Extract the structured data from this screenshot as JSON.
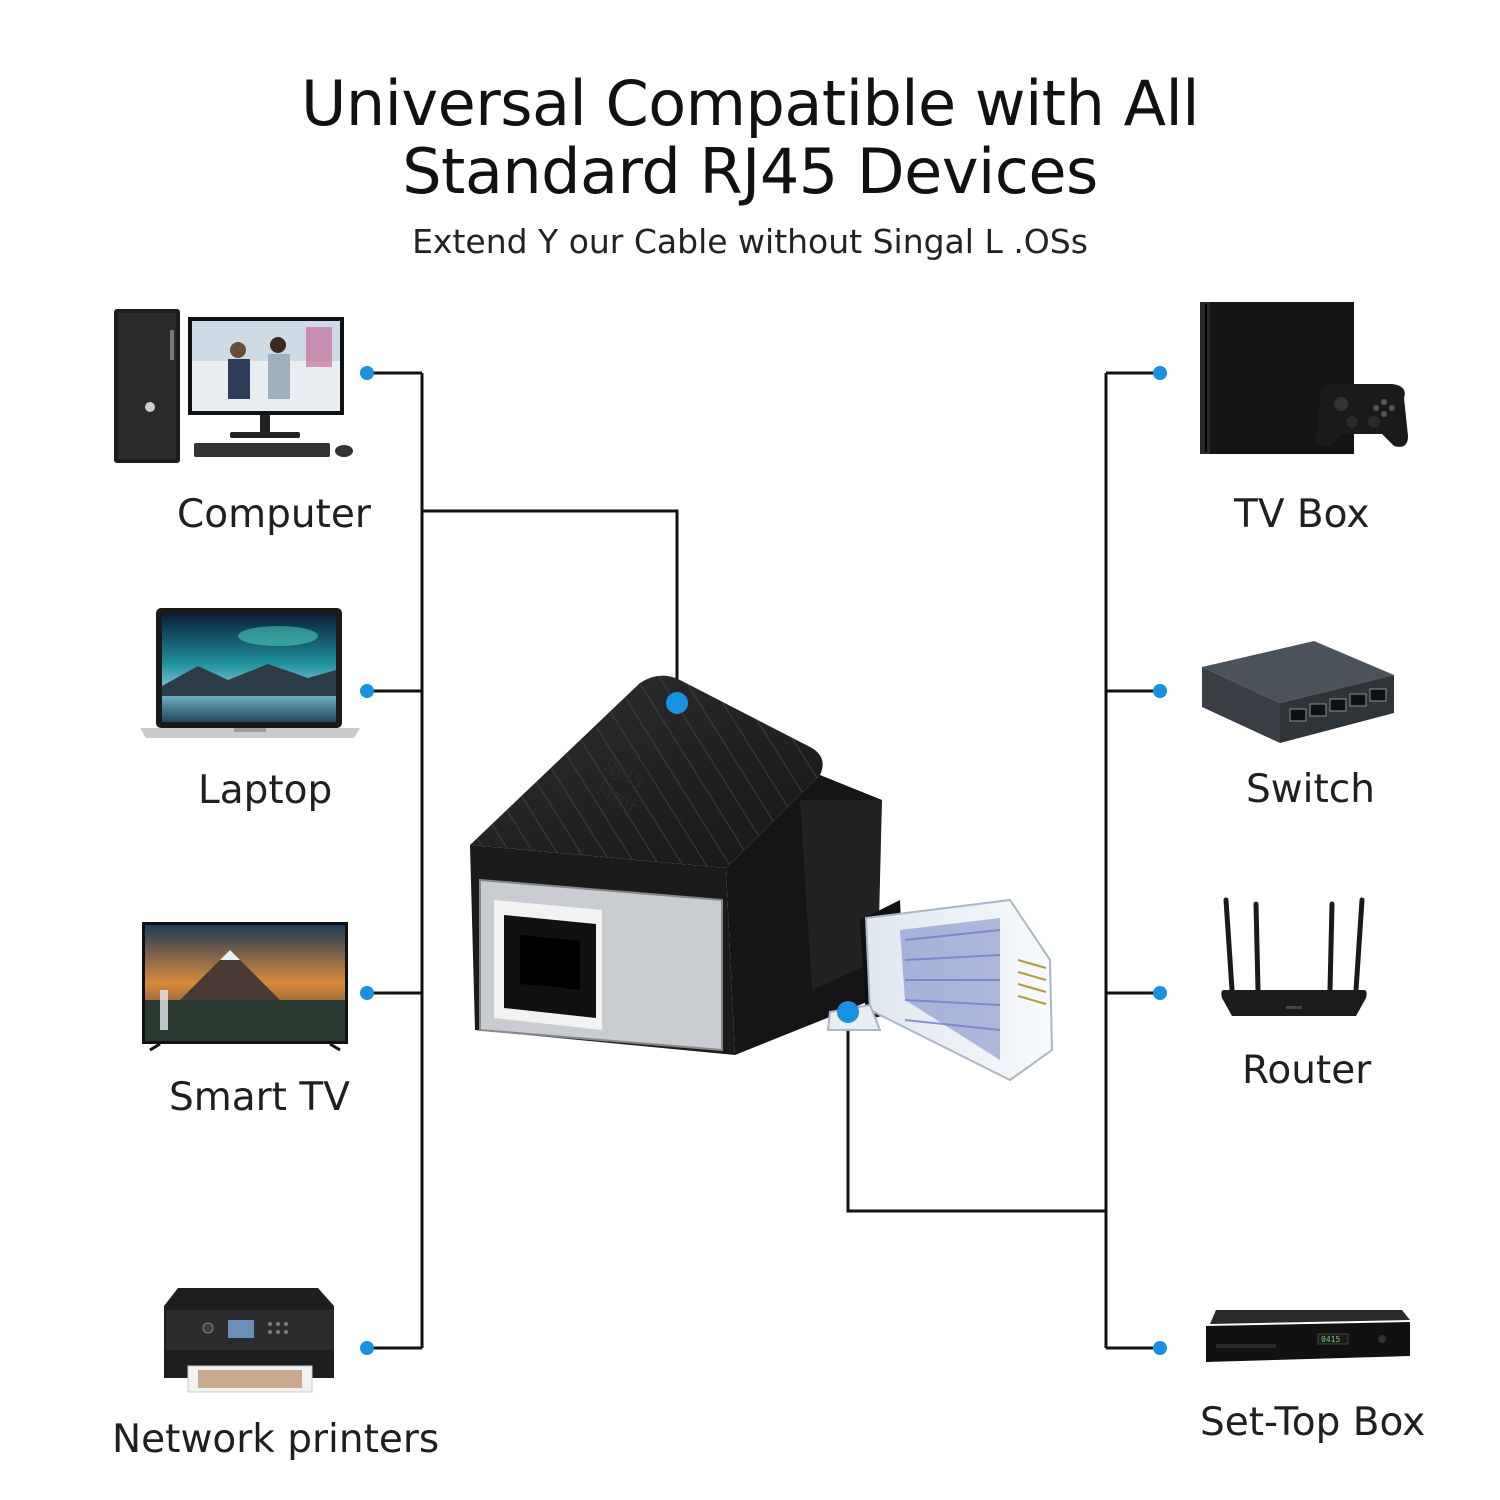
{
  "header": {
    "title_line1": "Universal Compatible with All",
    "title_line2": "Standard RJ45 Devices",
    "subtitle": "Extend Y our Cable without Singal L .OSs"
  },
  "left_devices": [
    {
      "label": "Computer",
      "icon": "desktop-computer-icon"
    },
    {
      "label": "Laptop",
      "icon": "laptop-icon"
    },
    {
      "label": "Smart TV",
      "icon": "smart-tv-icon"
    },
    {
      "label": "Network printers",
      "icon": "printer-icon"
    }
  ],
  "right_devices": [
    {
      "label": "TV Box",
      "icon": "game-console-icon"
    },
    {
      "label": "Switch",
      "icon": "network-switch-icon"
    },
    {
      "label": "Router",
      "icon": "wifi-router-icon"
    },
    {
      "label": "Set-Top Box",
      "icon": "set-top-box-icon"
    }
  ],
  "adapter": {
    "icon": "rj45-right-angle-adapter-icon",
    "markings": [
      "RJ45",
      "MtoF"
    ]
  },
  "colors": {
    "connector_dot": "#1a90e0",
    "wire": "#111111",
    "adapter_body": "#1b1b1b"
  }
}
